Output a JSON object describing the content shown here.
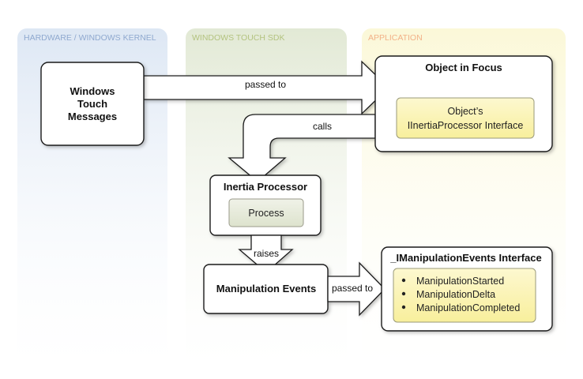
{
  "lanes": {
    "hardware": "HARDWARE / WINDOWS KERNEL",
    "sdk": "WINDOWS TOUCH SDK",
    "application": "APPLICATION"
  },
  "colors": {
    "hardware_lane": "#dce6f3",
    "sdk_lane": "#e3ead8",
    "application_lane": "#fbf8dc",
    "hardware_label": "#8fa9cf",
    "sdk_label": "#b3c37f",
    "application_label": "#f2b187",
    "process_fill": "#e6eadb",
    "interface_fill": "#fbf4bf"
  },
  "nodes": {
    "windows_touch_messages": [
      "Windows",
      "Touch",
      "Messages"
    ],
    "object_in_focus": "Object in Focus",
    "object_interface": [
      "Object’s",
      "IInertiaProcessor Interface"
    ],
    "inertia_processor": "Inertia Processor",
    "process": "Process",
    "manipulation_events": "Manipulation Events",
    "manipulation_interface": "_IManipulationEvents Interface",
    "manipulation_items": [
      "ManipulationStarted",
      "ManipulationDelta",
      "ManipulationCompleted"
    ]
  },
  "edges": {
    "messages_to_object": "passed to",
    "object_to_processor": "calls",
    "processor_to_events": "raises",
    "events_to_interface": "passed to"
  }
}
